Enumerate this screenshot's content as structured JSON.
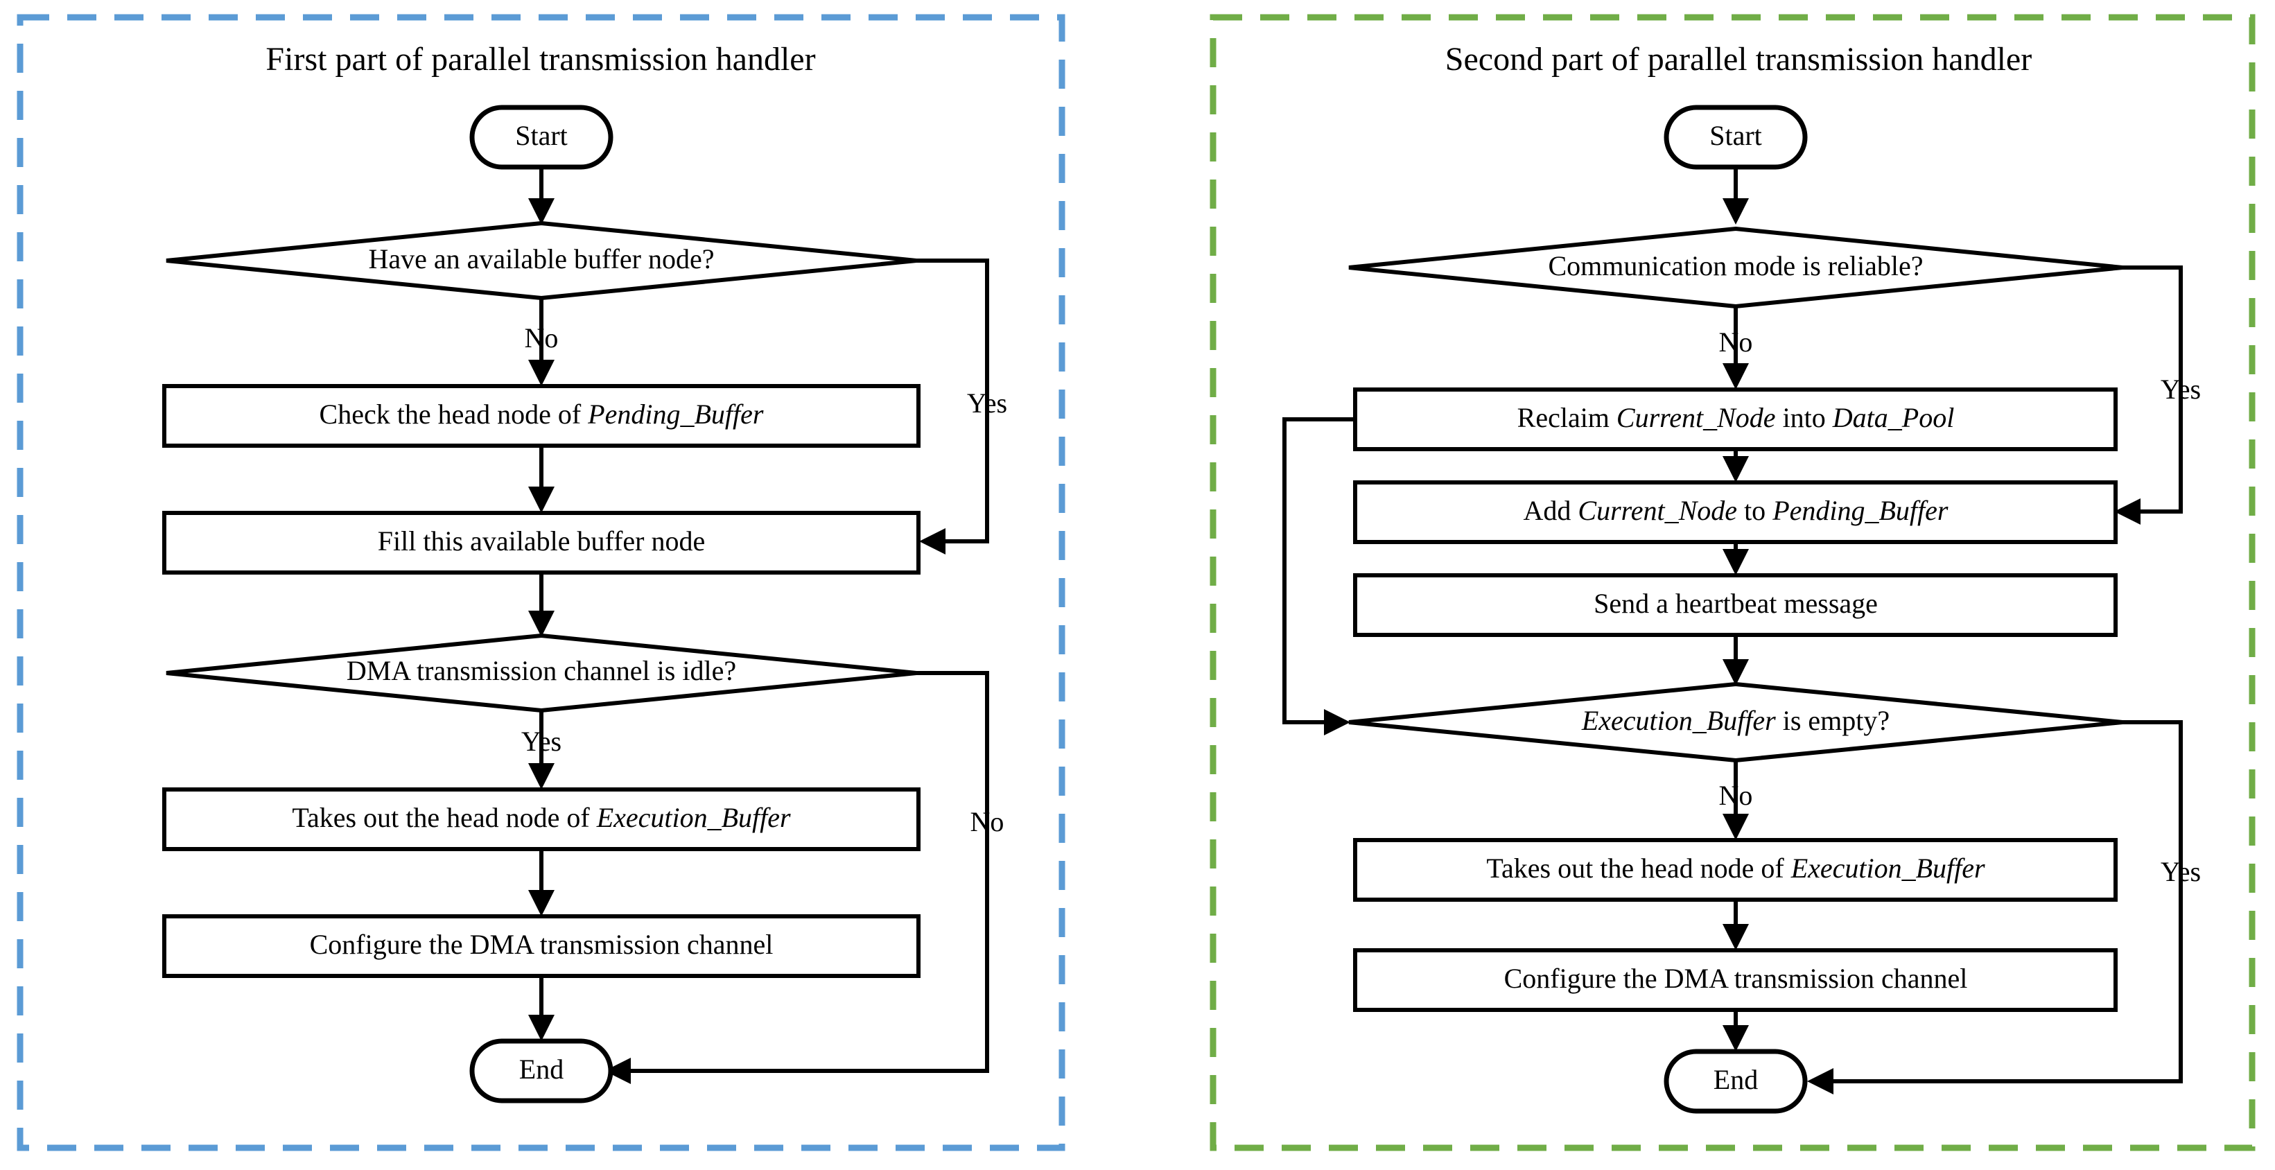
{
  "figure": {
    "type": "flowchart",
    "background": "#ffffff",
    "panels": [
      {
        "id": "first-part",
        "title": "First part of  parallel transmission handler",
        "border_color": "#5B9BD5",
        "title_color": "#5B9BD5",
        "nodes": [
          {
            "id": "start",
            "kind": "terminator",
            "label": "Start"
          },
          {
            "id": "d1",
            "kind": "decision",
            "label": "Have an available buffer node?"
          },
          {
            "id": "p1",
            "kind": "process",
            "label": "Check the head node of ",
            "emphasis": "Pending_Buffer"
          },
          {
            "id": "p2",
            "kind": "process",
            "label": "Fill this available buffer node",
            "emphasis": ""
          },
          {
            "id": "d2",
            "kind": "decision",
            "label": "DMA transmission channel is idle?"
          },
          {
            "id": "p3",
            "kind": "process",
            "label": "Takes out the head node of ",
            "emphasis": "Execution_Buffer"
          },
          {
            "id": "p4",
            "kind": "process",
            "label": "Configure the DMA transmission channel",
            "emphasis": ""
          },
          {
            "id": "end",
            "kind": "terminator",
            "label": "End"
          }
        ],
        "edge_labels": [
          {
            "id": "d1-no",
            "text": "No"
          },
          {
            "id": "d1-yes",
            "text": "Yes"
          },
          {
            "id": "d2-yes",
            "text": "Yes"
          },
          {
            "id": "d2-no",
            "text": "No"
          }
        ]
      },
      {
        "id": "second-part",
        "title": "Second part of  parallel transmission handler",
        "border_color": "#70AD47",
        "title_color": "#70AD47",
        "nodes": [
          {
            "id": "start2",
            "kind": "terminator",
            "label": "Start"
          },
          {
            "id": "d3",
            "kind": "decision",
            "label": "Communication mode is reliable?"
          },
          {
            "id": "q1",
            "kind": "process",
            "label_parts": [
              "Reclaim ",
              "Current_Node",
              " into ",
              "Data_Pool"
            ]
          },
          {
            "id": "q2",
            "kind": "process",
            "label_parts": [
              "Add ",
              "Current_Node",
              " to ",
              "Pending_Buffer"
            ]
          },
          {
            "id": "q3",
            "kind": "process",
            "label_parts": [
              "Send a heartbeat message"
            ]
          },
          {
            "id": "d4",
            "kind": "decision",
            "label_parts": [
              "Execution_Buffer",
              " is empty?"
            ]
          },
          {
            "id": "q4",
            "kind": "process",
            "label_parts": [
              "Takes out the head node of ",
              "Execution_Buffer"
            ]
          },
          {
            "id": "q5",
            "kind": "process",
            "label_parts": [
              "Configure the DMA transmission channel"
            ]
          },
          {
            "id": "end2",
            "kind": "terminator",
            "label": "End"
          }
        ],
        "edge_labels": [
          {
            "id": "d3-no",
            "text": "No"
          },
          {
            "id": "d3-yes",
            "text": "Yes"
          },
          {
            "id": "d4-no",
            "text": "No"
          },
          {
            "id": "d4-yes",
            "text": "Yes"
          }
        ]
      }
    ],
    "text": {
      "start": "Start",
      "end": "End",
      "yes": "Yes",
      "no": "No",
      "left_title": "First part of  parallel transmission handler",
      "right_title": "Second part of  parallel transmission handler",
      "n_have_buffer": "Have an available buffer node?",
      "n_check_head_pending_pre": "Check the head node of ",
      "n_pending_buffer": "Pending_Buffer",
      "n_fill_buffer": "Fill this available buffer node",
      "n_dma_idle": "DMA transmission channel is idle?",
      "n_takes_out_pre": "Takes out the head node of ",
      "n_execution_buffer": "Execution_Buffer",
      "n_configure_dma": "Configure the DMA transmission channel",
      "n_comm_reliable": "Communication mode is reliable?",
      "n_reclaim_pre": "Reclaim ",
      "n_current_node": "Current_Node",
      "n_reclaim_mid": " into ",
      "n_data_pool": "Data_Pool",
      "n_add_pre": "Add ",
      "n_add_mid": " to ",
      "n_heartbeat": "Send a heartbeat message",
      "n_exec_empty_suffix": " is empty?"
    },
    "colors": {
      "blue": "#5B9BD5",
      "green": "#70AD47",
      "stroke": "#000000",
      "fill": "#ffffff"
    }
  }
}
